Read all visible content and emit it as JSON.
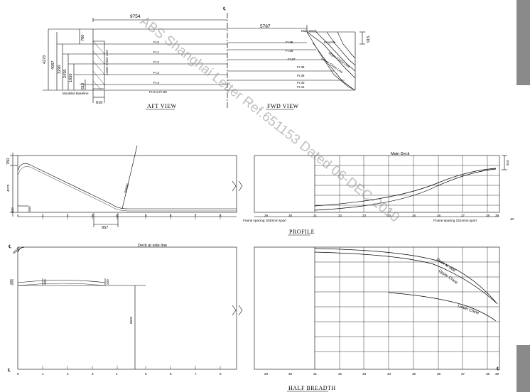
{
  "views": {
    "aft_title": "AFT VIEW",
    "fwd_title": "FWD VIEW",
    "profile_title": "PROFILE",
    "half_breadth_title": "HALF BREADTH"
  },
  "centerline_symbol": "℄",
  "aft_view": {
    "dim_half_breadth": "9754",
    "dim_moulded_base_offset": "610",
    "dim_760": "760",
    "dim_610": "610",
    "vertical_dims": [
      "4270",
      "4067",
      "3290",
      "2430",
      "1650",
      "760",
      "610"
    ],
    "frame_labels": [
      "Fr.0",
      "Fr.1",
      "Fr.2",
      "Fr.3",
      "Fr.4"
    ],
    "lower_chine_label": "Lower Chine Line",
    "moulded_baseline": "Moulded Baseline",
    "frame_range": "Fr.0 to Fr.30"
  },
  "fwd_view": {
    "dim_half_breadth": "5787",
    "dim_right": "915",
    "main_deck": "Main Deck",
    "knuckle": "Knuckle",
    "upper_chine": "Upper Chine Line",
    "lower_chine": "Lower Chine Line",
    "frame_labels": [
      "Fr.35",
      "Fr.36",
      "Fr.37",
      "Fr.38",
      "Fr.39",
      "Fr.40",
      "Fr.41"
    ]
  },
  "profile": {
    "dim_760": "760",
    "dim_4270": "4270",
    "dim_300": "300",
    "dim_500": "500",
    "dim_957": "957",
    "radius": "R2500",
    "main_deck": "Main Deck",
    "dim_right": "915",
    "aft_frames": [
      "0",
      "1",
      "2",
      "3",
      "4",
      "5",
      "6",
      "7",
      "8"
    ],
    "fwd_frames": [
      "29",
      "30",
      "31",
      "32",
      "33",
      "34",
      "35",
      "36",
      "37",
      "38",
      "39",
      "40"
    ],
    "aft_spacing": "Frame spacing 1830mm sport",
    "fwd_spacing": "Frame spacing 1524mm sport"
  },
  "half_breadth": {
    "deck_label": "Deck at side line",
    "radius": "R500",
    "dim_left": "200",
    "dim_mid": "200",
    "dim_right": "200",
    "dim_6504": "6504",
    "deck_at_side": "Deck at side",
    "upper_chine": "Upper Chine",
    "lower_chine": "Lower Chine",
    "aft_frames": [
      "0",
      "1",
      "2",
      "3",
      "4",
      "5",
      "6",
      "7",
      "8"
    ],
    "fwd_frames": [
      "29",
      "30",
      "31",
      "32",
      "33",
      "34",
      "35",
      "36",
      "37",
      "38",
      "39"
    ]
  },
  "watermark": "ABS Shanghai Letter Ref.651153 Dated 06-DEC-2010"
}
